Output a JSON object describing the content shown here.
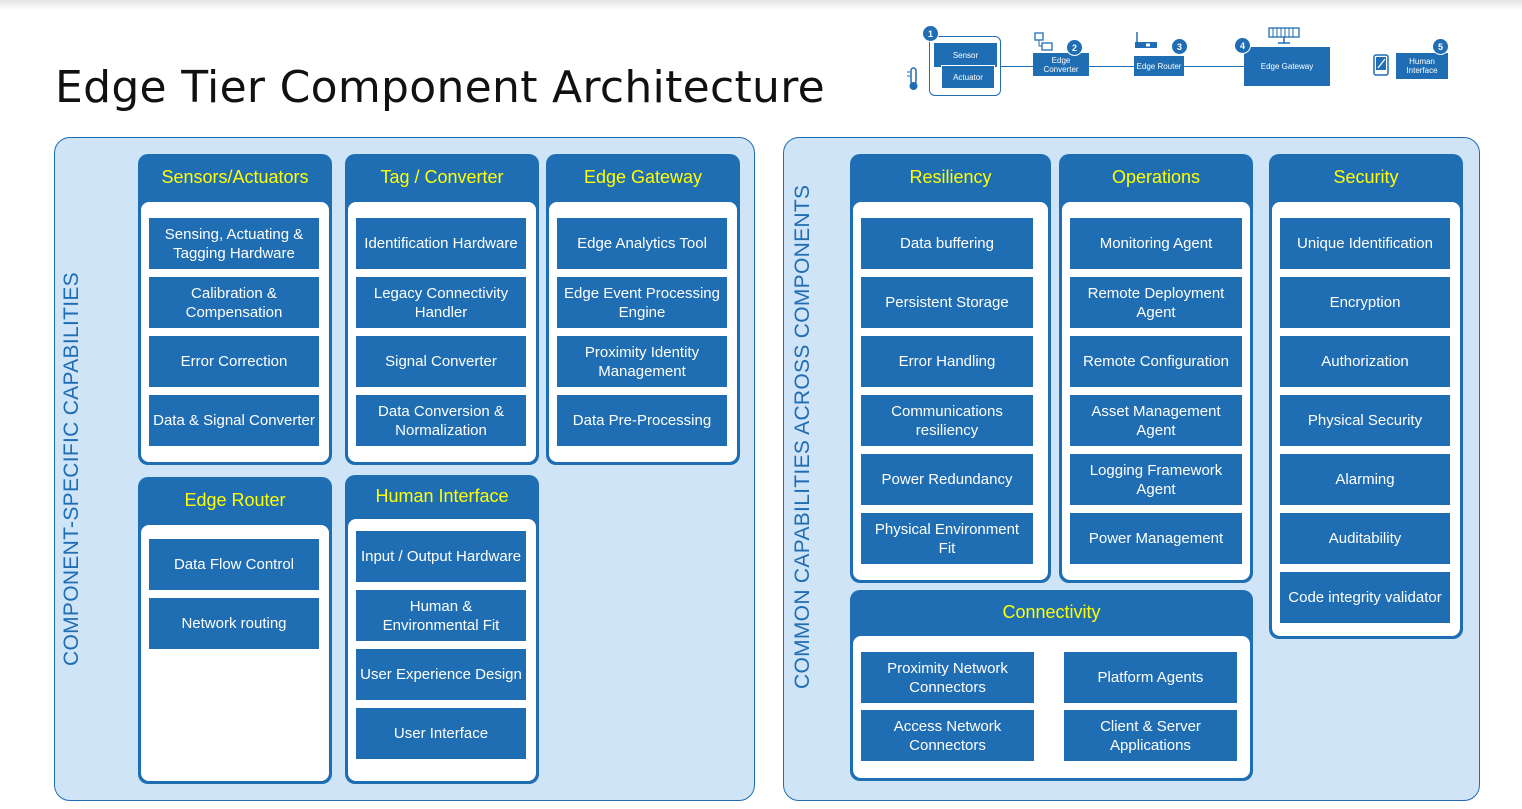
{
  "title": "Edge Tier Component Architecture",
  "flow": {
    "steps": [
      {
        "num": "1",
        "labels": [
          "Sensor",
          "Actuator"
        ]
      },
      {
        "num": "2",
        "label": "Edge Converter"
      },
      {
        "num": "3",
        "label": "Edge Router"
      },
      {
        "num": "4",
        "label": "Edge Gateway"
      },
      {
        "num": "5",
        "label": "Human Interface"
      }
    ]
  },
  "left_panel": {
    "label": "COMPONENT-SPECIFIC CAPABILITIES",
    "cards": [
      {
        "title": "Sensors/Actuators",
        "items": [
          "Sensing, Actuating & Tagging Hardware",
          "Calibration & Compensation",
          "Error Correction",
          "Data & Signal Converter"
        ]
      },
      {
        "title": "Tag / Converter",
        "items": [
          "Identification Hardware",
          "Legacy Connectivity Handler",
          "Signal Converter",
          "Data Conversion & Normalization"
        ]
      },
      {
        "title": "Edge Gateway",
        "items": [
          "Edge Analytics Tool",
          "Edge Event Processing Engine",
          "Proximity Identity Management",
          "Data Pre-Processing"
        ]
      },
      {
        "title": "Edge Router",
        "items": [
          "Data Flow Control",
          "Network routing"
        ]
      },
      {
        "title": "Human Interface",
        "items": [
          "Input / Output Hardware",
          "Human & Environmental Fit",
          "User Experience Design",
          "User Interface"
        ]
      }
    ]
  },
  "right_panel": {
    "label": "COMMON CAPABILITIES ACROSS COMPONENTS",
    "cards": [
      {
        "title": "Resiliency",
        "items": [
          "Data buffering",
          "Persistent Storage",
          "Error Handling",
          "Communications resiliency",
          "Power Redundancy",
          "Physical Environment Fit"
        ]
      },
      {
        "title": "Operations",
        "items": [
          "Monitoring Agent",
          "Remote Deployment Agent",
          "Remote Configuration",
          "Asset Management Agent",
          "Logging Framework Agent",
          "Power Management"
        ]
      },
      {
        "title": "Security",
        "items": [
          "Unique Identification",
          "Encryption",
          "Authorization",
          "Physical Security",
          "Alarming",
          "Auditability",
          "Code integrity validator"
        ]
      },
      {
        "title": "Connectivity",
        "items": [
          "Proximity Network Connectors",
          "Platform Agents",
          "Access Network Connectors",
          "Client & Server Applications"
        ]
      }
    ]
  }
}
